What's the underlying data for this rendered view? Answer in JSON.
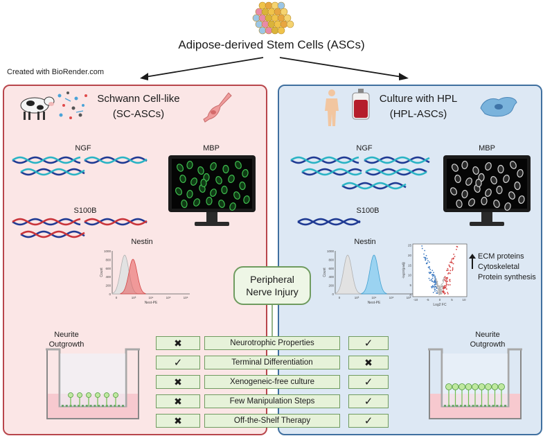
{
  "title": "Adipose-derived Stem Cells (ASCs)",
  "credit": "Created with BioRender.com",
  "left": {
    "title_line1": "Schwann Cell-like",
    "title_line2": "(SC-ASCs)",
    "ngf": "NGF",
    "mbp": "MBP",
    "s100b": "S100B",
    "nestin": "Nestin",
    "neurite_line1": "Neurite",
    "neurite_line2": "Outgrowth",
    "histogram": {
      "ylabel": "Count",
      "xlabel": "Nest-PE",
      "yticks": [
        "1000",
        "800",
        "600",
        "400",
        "200",
        "0"
      ],
      "xticks": [
        "0",
        "10³",
        "10⁴",
        "10⁵",
        "10⁶"
      ]
    }
  },
  "right": {
    "title_line1": "Culture with HPL",
    "title_line2": "(HPL-ASCs)",
    "ngf": "NGF",
    "mbp": "MBP",
    "s100b": "S100B",
    "nestin": "Nestin",
    "neurite_line1": "Neurite",
    "neurite_line2": "Outgrowth",
    "histogram": {
      "ylabel": "Count",
      "xlabel": "Nest-PE",
      "yticks": [
        "1000",
        "800",
        "600",
        "400",
        "200",
        "0"
      ],
      "xticks": [
        "0",
        "10³",
        "10⁴",
        "10⁵",
        "10⁶"
      ]
    },
    "volcano": {
      "ylabel": "-log10(padj)",
      "xlabel": "Log2 FC",
      "yticks": [
        "25",
        "20",
        "15",
        "10",
        "5",
        "0"
      ],
      "xticks": [
        "-10",
        "-5",
        "0",
        "5",
        "10"
      ]
    },
    "annotation": [
      "ECM proteins",
      "Cytoskeletal",
      "Protein synthesis"
    ]
  },
  "center": {
    "title_line1": "Peripheral",
    "title_line2": "Nerve Injury"
  },
  "comparison": [
    {
      "property": "Neurotrophic Properties",
      "sc": "cross",
      "hpl": "check"
    },
    {
      "property": "Terminal Differentiation",
      "sc": "check",
      "hpl": "cross"
    },
    {
      "property": "Xenogeneic-free culture",
      "sc": "cross",
      "hpl": "check"
    },
    {
      "property": "Few Manipulation Steps",
      "sc": "cross",
      "hpl": "check"
    },
    {
      "property": "Off-the-Shelf Therapy",
      "sc": "cross",
      "hpl": "check"
    }
  ],
  "marks": {
    "check": "✓",
    "cross": "✖"
  },
  "colors": {
    "sc_border": "#b8454b",
    "sc_fill": "#fbe6e6",
    "hpl_border": "#3f6f9f",
    "hpl_fill": "#dde8f4",
    "table_fill": "#e6f2d9",
    "table_border": "#6f9b5f",
    "dna_dark": "#1f3a93",
    "dna_teal": "#2ab3c4",
    "dna_red": "#c9343a",
    "mbp_cells_sc": "#3fbf4f",
    "mbp_cells_hpl": "#d8d8d8"
  }
}
